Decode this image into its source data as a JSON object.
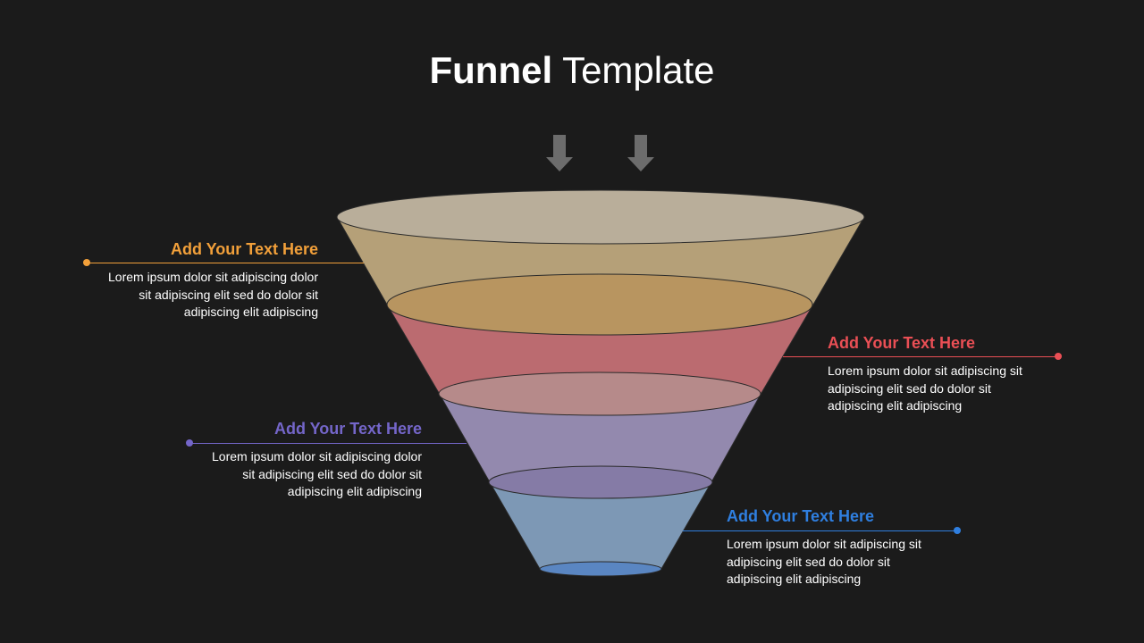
{
  "title": {
    "bold": "Funnel",
    "light": "Template"
  },
  "colors": {
    "background": "#1b1b1b",
    "orange": "#f2a03a",
    "red": "#ea4f55",
    "purple": "#7466c9",
    "blue": "#2f7fe0"
  },
  "stages": [
    {
      "heading": "Add Your Text Here",
      "body": "Lorem ipsum dolor sit adipiscing dolor sit adipiscing elit sed do dolor sit adipiscing elit adipiscing",
      "color": "#f2a03a"
    },
    {
      "heading": "Add Your Text Here",
      "body": "Lorem ipsum dolor sit adipiscing sit adipiscing elit sed do dolor sit adipiscing elit adipiscing",
      "color": "#ea4f55"
    },
    {
      "heading": "Add Your Text Here",
      "body": "Lorem ipsum dolor sit adipiscing dolor sit adipiscing elit sed do dolor sit adipiscing elit adipiscing",
      "color": "#7466c9"
    },
    {
      "heading": "Add Your Text Here",
      "body": "Lorem ipsum dolor sit adipiscing sit adipiscing elit sed do dolor sit adipiscing elit adipiscing",
      "color": "#2f7fe0"
    }
  ]
}
